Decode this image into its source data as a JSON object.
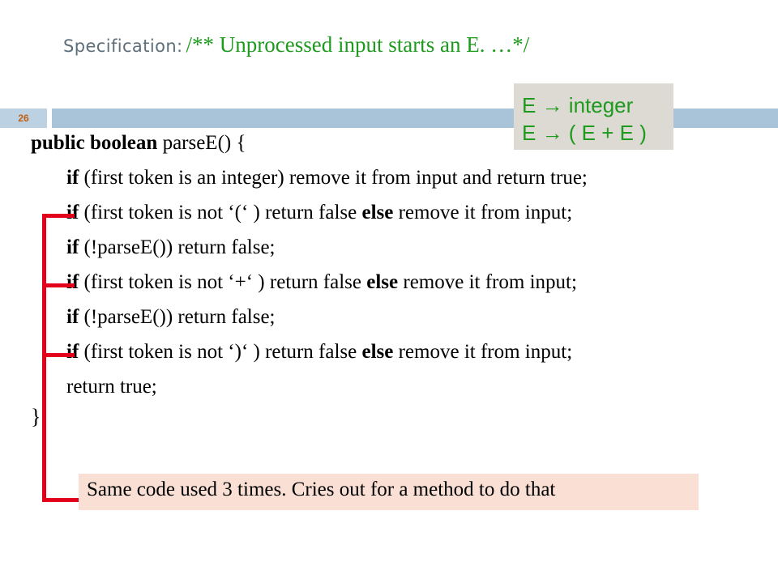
{
  "slide": {
    "title_label": "Specification:",
    "title_comment": "/** Unprocessed input starts an E. …*/",
    "slide_number": "26"
  },
  "grammar": {
    "rule1": "E → integer",
    "rule2": "E → ( E + E )"
  },
  "code": {
    "signature": "public boolean parseE() {",
    "lines": [
      {
        "kw": "if",
        "rest": " (first token is an integer) remove it from input and return true;",
        "kw2": "",
        "rest2": ""
      },
      {
        "kw": "if",
        "rest": " (first token is not  ‘(‘ ) return false ",
        "kw2": "else",
        "rest2": " remove it from input;"
      },
      {
        "kw": "if",
        "rest": " (!parseE()) return false;",
        "kw2": "",
        "rest2": ""
      },
      {
        "kw": "if",
        "rest": " (first token is not  ‘+‘ ) return false ",
        "kw2": "else",
        "rest2": " remove it from input;"
      },
      {
        "kw": "if",
        "rest": " (!parseE()) return false;",
        "kw2": "",
        "rest2": ""
      },
      {
        "kw": "if",
        "rest": " (first token is not  ‘)‘ ) return false ",
        "kw2": "else",
        "rest2": " remove it from input;"
      },
      {
        "kw": "",
        "rest": "return true;",
        "kw2": "",
        "rest2": ""
      }
    ],
    "closing_brace": "}"
  },
  "note": "Same code used 3 times. Cries out for a method to do that",
  "colors": {
    "title_label": "#5d6f7a",
    "green_text": "#1e9a1e",
    "slide_number": "#c05f10",
    "bracket": "#e3001b",
    "note_bg": "#f9dfd4",
    "grammar_bg": "#ddd9d3"
  }
}
